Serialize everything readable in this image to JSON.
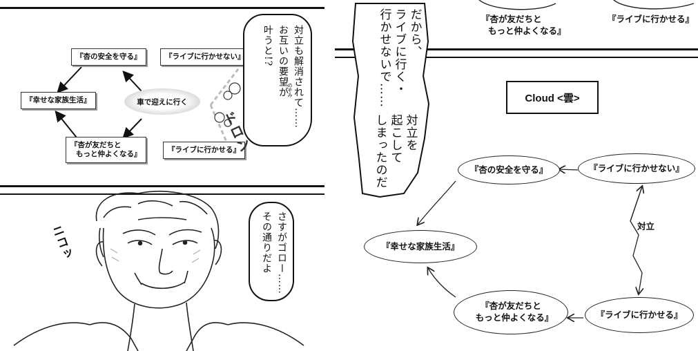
{
  "left_page": {
    "top_panel": {
      "boxes": {
        "anzu_safety": "『杏の安全を守る』",
        "no_live": "『ライブに行かせない』",
        "happy_family": "『幸せな家族生活』",
        "center": "車で迎えに行く",
        "anzu_friends_line1": "『杏が友だちと",
        "anzu_friends_line2": "もっと仲よくなる』",
        "go_live": "『ライブに行かせる』"
      },
      "sfx": "ドロン",
      "bubble_lines": [
        "対立も解消されて……",
        "お互いの要望が",
        "叶うと!?"
      ],
      "ruby": "のぞみ"
    },
    "bottom_panel": {
      "sfx": "ニコッ",
      "bubble_lines": [
        "さすがゴロー……",
        "その通りだよ"
      ]
    }
  },
  "right_page": {
    "top_strip": {
      "anzu_friends_line1": "『杏が友だちと",
      "anzu_friends_line2": "もっと仲よくなる』",
      "go_live": "『ライブに行かせる』"
    },
    "narration_lines": [
      "だから、",
      "ライブに行く・",
      "行かせないで……",
      "対立を",
      "起こして",
      "しまったのだ"
    ],
    "cloud_title": "Cloud <雲>",
    "diagram": {
      "anzu_safety": "『杏の安全を守る』",
      "no_live": "『ライブに行かせない』",
      "happy_family": "『幸せな家族生活』",
      "conflict": "対立",
      "anzu_friends_line1": "『杏が友だちと",
      "anzu_friends_line2": "もっと仲よくなる』",
      "go_live": "『ライブに行かせる』"
    }
  }
}
